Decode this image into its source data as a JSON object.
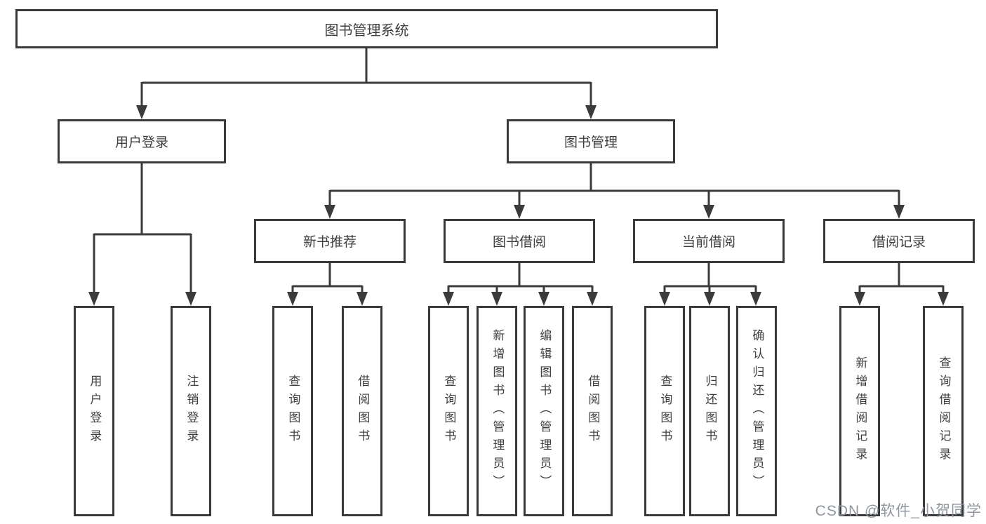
{
  "tree": {
    "label": "图书管理系统",
    "children": [
      {
        "label": "用户登录",
        "children": [
          {
            "label": "用户登录"
          },
          {
            "label": "注销登录"
          }
        ]
      },
      {
        "label": "图书管理",
        "children": [
          {
            "label": "新书推荐",
            "children": [
              {
                "label": "查询图书"
              },
              {
                "label": "借阅图书"
              }
            ]
          },
          {
            "label": "图书借阅",
            "children": [
              {
                "label": "查询图书"
              },
              {
                "label": "新增图书（管理员）"
              },
              {
                "label": "编辑图书（管理员）"
              },
              {
                "label": "借阅图书"
              }
            ]
          },
          {
            "label": "当前借阅",
            "children": [
              {
                "label": "查询图书"
              },
              {
                "label": "归还图书"
              },
              {
                "label": "确认归还（管理员）"
              }
            ]
          },
          {
            "label": "借阅记录",
            "children": [
              {
                "label": "新增借阅记录"
              },
              {
                "label": "查询借阅记录"
              }
            ]
          }
        ]
      }
    ]
  },
  "watermark": "CSDN @软件_小贺同学",
  "colors": {
    "line": "#3b3b3b",
    "text": "#3f3f3f",
    "background": "#ffffff",
    "watermark": "#9096a0"
  }
}
